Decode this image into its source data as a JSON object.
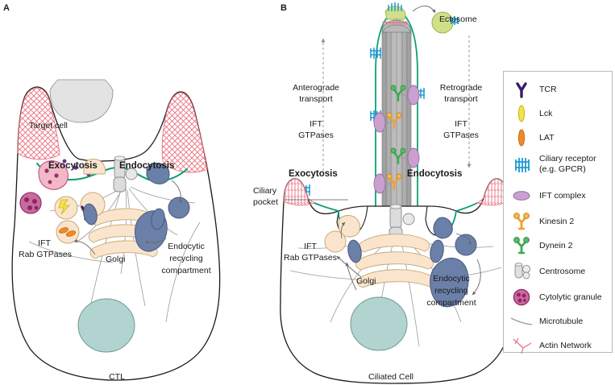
{
  "figure": {
    "panels": [
      {
        "id": "A",
        "label": "A",
        "cell_label": "CTL"
      },
      {
        "id": "B",
        "label": "B",
        "cell_label": "Ciliated Cell"
      }
    ]
  },
  "panel_a": {
    "label": "A",
    "target_cell": "Target cell",
    "exocytosis": "Exocytosis",
    "endocytosis": "Endocytosis",
    "ift_line1": "IFT",
    "ift_line2": "Rab GTPases",
    "golgi": "Golgi",
    "erc_line1": "Endocytic",
    "erc_line2": "recycling",
    "erc_line3": "compartment",
    "cell_name": "CTL"
  },
  "panel_b": {
    "label": "B",
    "ectosome": "Ectosome",
    "anterograde_line1": "Anterograde",
    "anterograde_line2": "transport",
    "anterograde_ift1": "IFT",
    "anterograde_ift2": "GTPases",
    "retrograde_line1": "Retrograde",
    "retrograde_line2": "transport",
    "retrograde_ift1": "IFT",
    "retrograde_ift2": "GTPases",
    "exocytosis": "Exocytosis",
    "endocytosis": "Endocytosis",
    "ciliary_pocket_line1": "Ciliary",
    "ciliary_pocket_line2": "pocket",
    "ift_line1": "IFT",
    "ift_line2": "Rab GTPases",
    "golgi": "Golgi",
    "erc_line1": "Endocytic",
    "erc_line2": "recycling",
    "erc_line3": "compartment",
    "cell_name": "Ciliated Cell"
  },
  "legend": {
    "items": [
      {
        "icon": "tcr-icon",
        "label": "TCR",
        "color": "#3a1a6b"
      },
      {
        "icon": "lck-icon",
        "label": "Lck",
        "color": "#f2e34a"
      },
      {
        "icon": "lat-icon",
        "label": "LAT",
        "color": "#f08a27"
      },
      {
        "icon": "ciliary-receptor-icon",
        "label": "Ciliary receptor\n(e.g. GPCR)",
        "color": "#1f9ad6"
      },
      {
        "icon": "ift-complex-icon",
        "label": "IFT complex",
        "color": "#c9a0d0"
      },
      {
        "icon": "kinesin-2-icon",
        "label": "Kinesin 2",
        "color": "#f0a030"
      },
      {
        "icon": "dynein-2-icon",
        "label": "Dynein 2",
        "color": "#3faa55"
      },
      {
        "icon": "centrosome-icon",
        "label": "Centrosome",
        "color": "#d8d8d8"
      },
      {
        "icon": "cytolytic-granule-icon",
        "label": "Cytolytic granule",
        "color": "#c1477e"
      },
      {
        "icon": "microtubule-icon",
        "label": "Microtubule",
        "color": "#9a9a9a"
      },
      {
        "icon": "actin-network-icon",
        "label": "Actin Network",
        "color": "#e8707e"
      }
    ]
  },
  "colors": {
    "membrane_green": "#0f9e78",
    "cell_outline": "#1a1a1a",
    "actin_pink": "#e8707e",
    "golgi_cream": "#fae5cc",
    "vesicle_blue": "#6b80a8",
    "nucleus_teal": "#b2d4d0",
    "target_gray": "#e3e3e3",
    "axoneme_gray": "#a8a8a8",
    "granule_pink": "#f2b8c6",
    "ectosome_green": "#cfe08a",
    "ift_purple": "#c9a0d0",
    "kinesin_orange": "#f0a030",
    "dynein_green": "#3faa55",
    "gpcr_blue": "#1f9ad6",
    "microtubule_gray": "#9a9a9a",
    "legend_border": "#b9b9b9"
  }
}
